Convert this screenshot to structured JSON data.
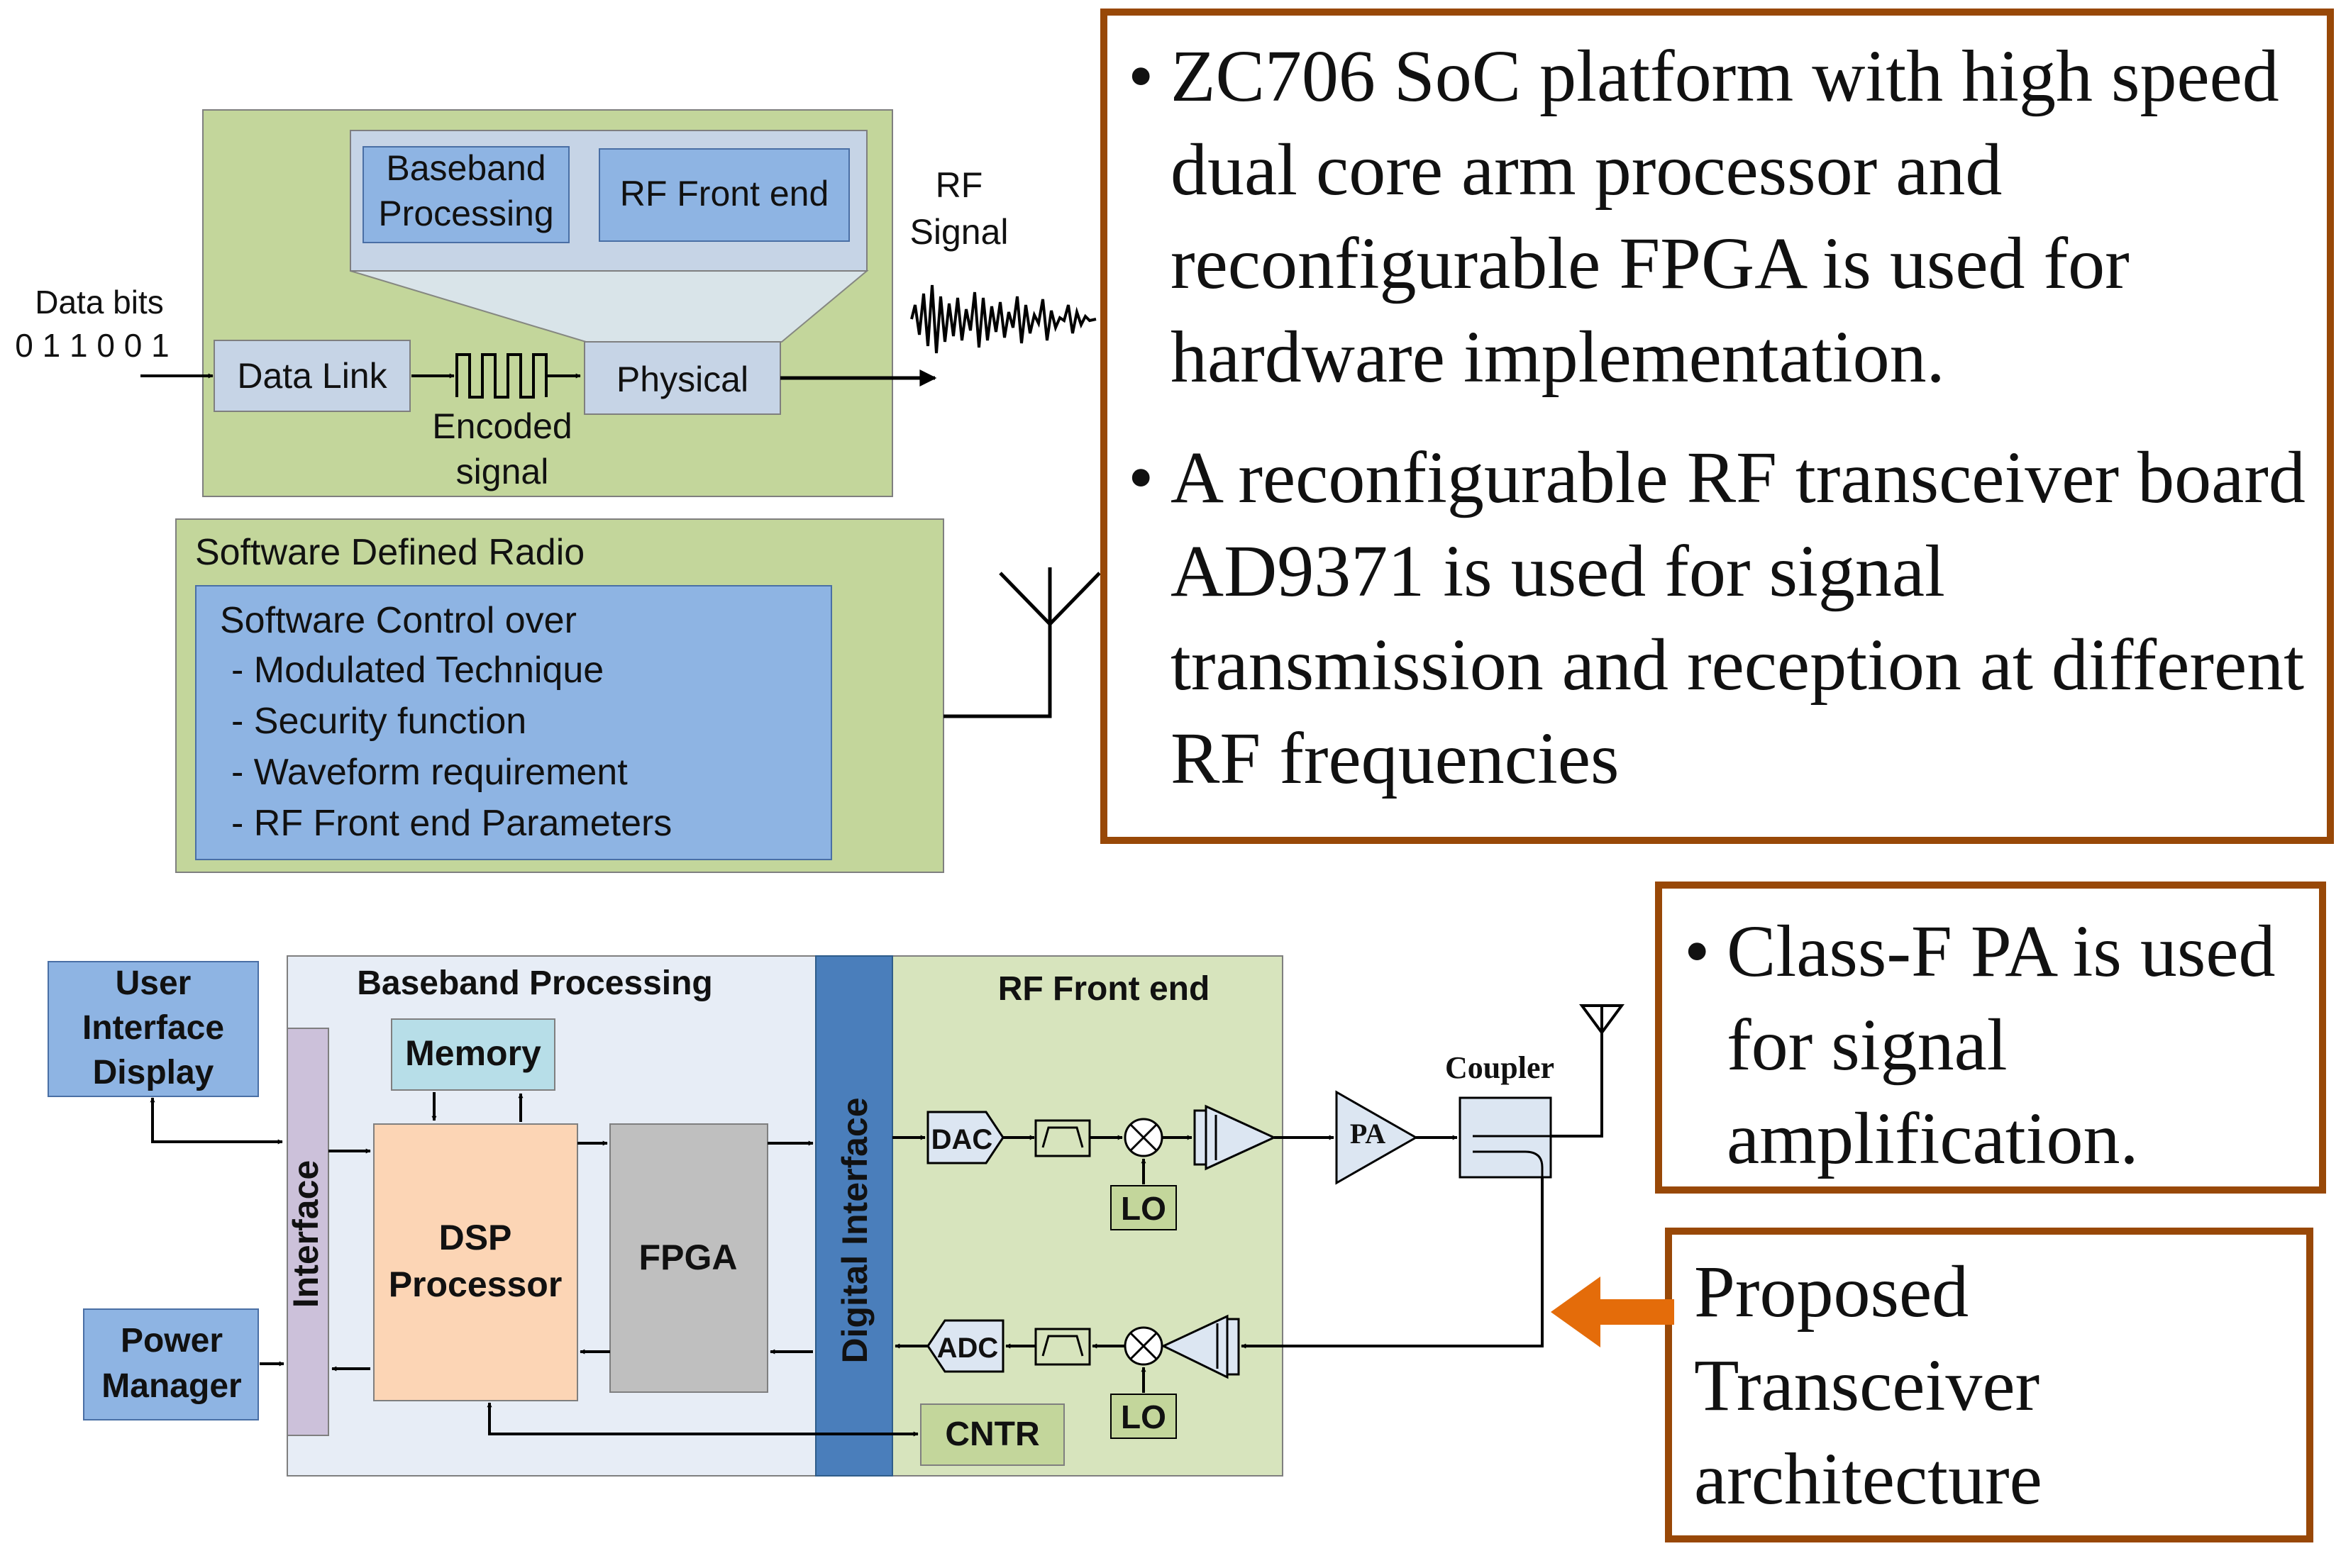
{
  "protocol": {
    "data_bits_label": "Data bits",
    "data_bits_value": "0 1 1 0 0 1",
    "baseband_line1": "Baseband",
    "baseband_line2": "Processing",
    "rf_front_end": "RF Front end",
    "data_link": "Data Link",
    "physical": "Physical",
    "encoded_line1": "Encoded",
    "encoded_line2": "signal",
    "rf_signal_line1": "RF",
    "rf_signal_line2": "Signal"
  },
  "sdr": {
    "title": "Software Defined Radio",
    "control_title": "Software Control over",
    "items": [
      "- Modulated Technique",
      "- Security function",
      "- Waveform requirement",
      "- RF Front end Parameters"
    ]
  },
  "notes": {
    "top_bullets": [
      "ZC706 SoC platform with high speed dual core arm processor and reconfigurable FPGA is used for hardware implementation.",
      "A reconfigurable RF transceiver board AD9371 is used for signal transmission and reception at different RF frequencies"
    ],
    "pa_bullet": "Class-F PA is used for signal amplification.",
    "bullet_char": "•",
    "proposed_line1": "Proposed",
    "proposed_line2": "Transceiver",
    "proposed_line3": "architecture"
  },
  "transceiver": {
    "user_interface_line1": "User",
    "user_interface_line2": "Interface",
    "user_interface_line3": "Display",
    "power_line1": "Power",
    "power_line2": "Manager",
    "baseband_title": "Baseband Processing",
    "interface": "Interface",
    "memory": "Memory",
    "dsp_line1": "DSP",
    "dsp_line2": "Processor",
    "fpga": "FPGA",
    "digital_interface": "Digital Interface",
    "rf_title": "RF Front end",
    "dac": "DAC",
    "adc": "ADC",
    "lo_tx": "LO",
    "lo_rx": "LO",
    "pa": "PA",
    "coupler": "Coupler",
    "cntr": "CNTR"
  },
  "colors": {
    "green_panel": "#c3d69b",
    "blue_block": "#8eb4e3",
    "light_blue": "#dce6f2",
    "bullet_border": "#984807",
    "proposed_arrow": "#e46c0a",
    "digital_interface": "#4a7ebb",
    "dsp": "#fcd5b5",
    "fpga": "#bfbfbf",
    "interface_bar": "#ccc1da",
    "memory": "#b7dee8"
  }
}
